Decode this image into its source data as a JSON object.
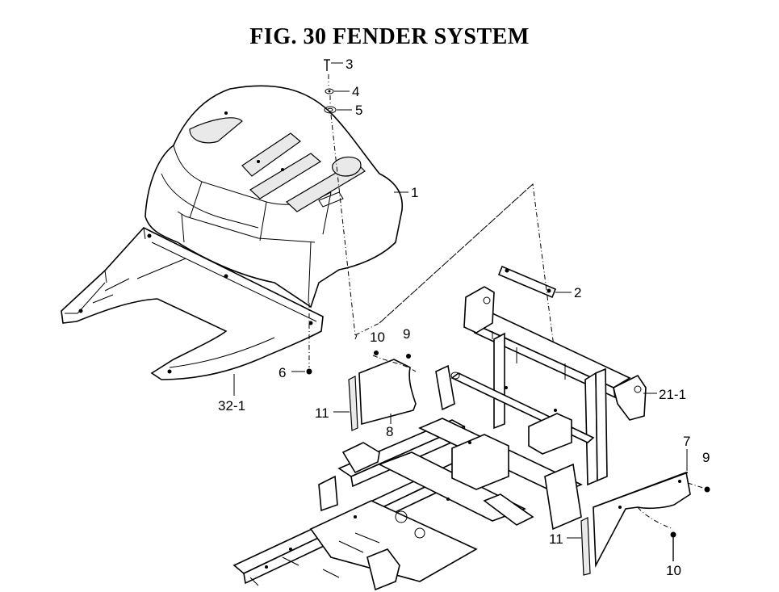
{
  "title": "FIG. 30  FENDER SYSTEM",
  "callouts": {
    "c1": "1",
    "c2": "2",
    "c3": "3",
    "c4": "4",
    "c5": "5",
    "c6": "6",
    "c7": "7",
    "c8": "8",
    "c9a": "9",
    "c9b": "9",
    "c10a": "10",
    "c10b": "10",
    "c11a": "11",
    "c11b": "11",
    "c21_1": "21-1",
    "c32_1": "32-1"
  }
}
